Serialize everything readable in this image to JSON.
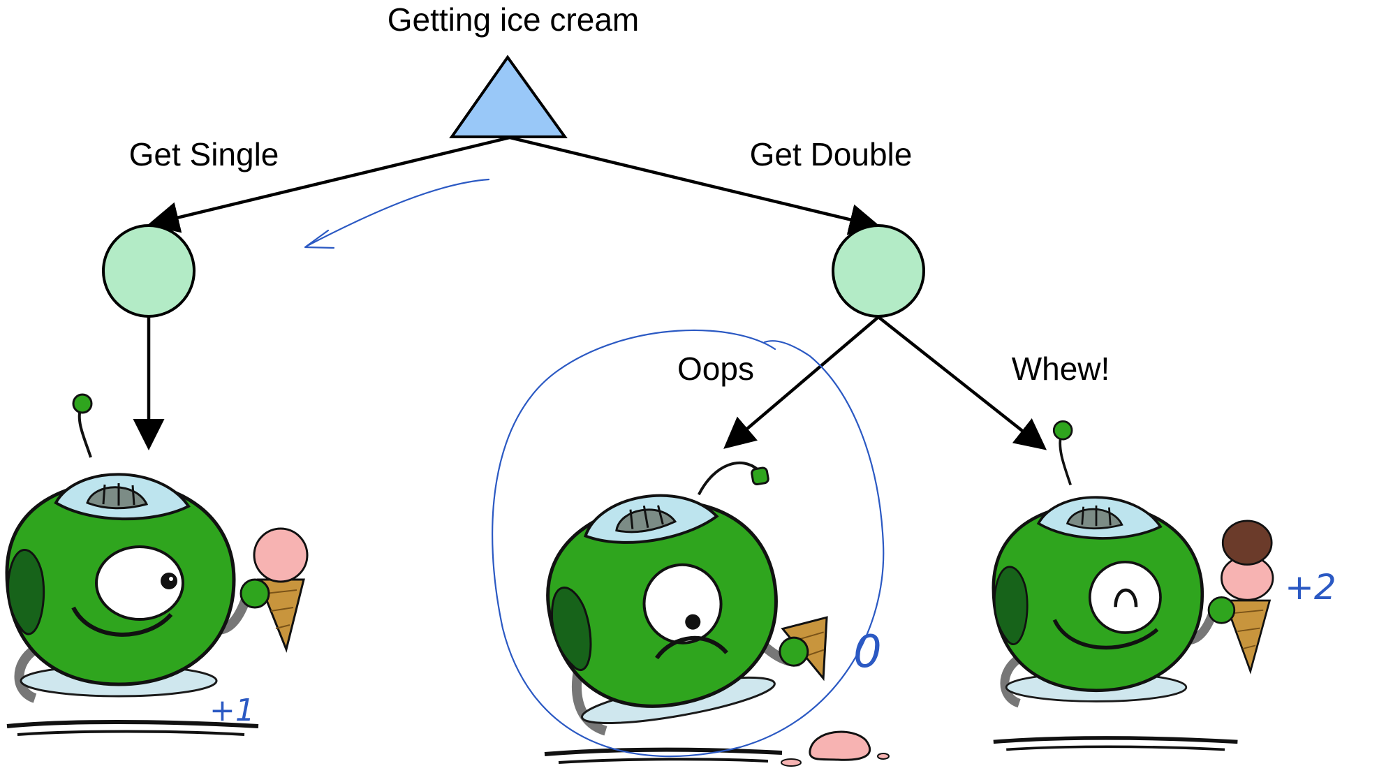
{
  "colors": {
    "max_node": "#99c8f8",
    "chance_node": "#b3ebc6",
    "robot_body": "#2fa51e",
    "robot_dark": "#17631a",
    "dome": "#bde4ee",
    "ink": "#2b59c3",
    "scoop_pink": "#f7b3b2",
    "scoop_chocolate": "#6b3b2a",
    "cone": "#c8953d"
  },
  "diagram": {
    "title": "Getting ice cream",
    "nodes": {
      "root": {
        "type": "max",
        "shape": "triangle"
      },
      "single": {
        "type": "chance",
        "shape": "circle"
      },
      "double": {
        "type": "chance",
        "shape": "circle"
      }
    },
    "edges": {
      "single": {
        "label": "Get Single"
      },
      "double": {
        "label": "Get Double"
      },
      "oops": {
        "label": "Oops"
      },
      "whew": {
        "label": "Whew!"
      }
    },
    "outcomes": {
      "single": {
        "icon": "happy-robot-single-cone-icon"
      },
      "oops": {
        "icon": "sad-robot-dropped-cone-icon"
      },
      "whew": {
        "icon": "happy-robot-double-cone-icon"
      }
    }
  },
  "annotations": {
    "single_score": "+1",
    "whew_score": "+2",
    "oops_score": "0"
  }
}
